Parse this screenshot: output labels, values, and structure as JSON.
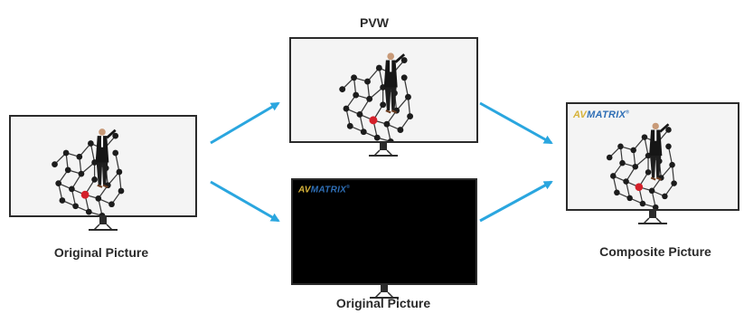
{
  "labels": {
    "original_left": "Original Picture",
    "pvw": "PVW",
    "original_bottom": "Original Picture",
    "composite": "Composite Picture"
  },
  "logo": {
    "part1": "AV",
    "part2": "MATRIX",
    "trademark": "®"
  },
  "colors": {
    "arrow": "#2aa6df",
    "monitor_frame": "#2b2b2b",
    "logo_gold": "#d7b33a",
    "logo_blue": "#2f6fb6",
    "key_screen": "#000000"
  },
  "icons": [
    "molecule-person-image",
    "monitor-stand",
    "arrow"
  ]
}
